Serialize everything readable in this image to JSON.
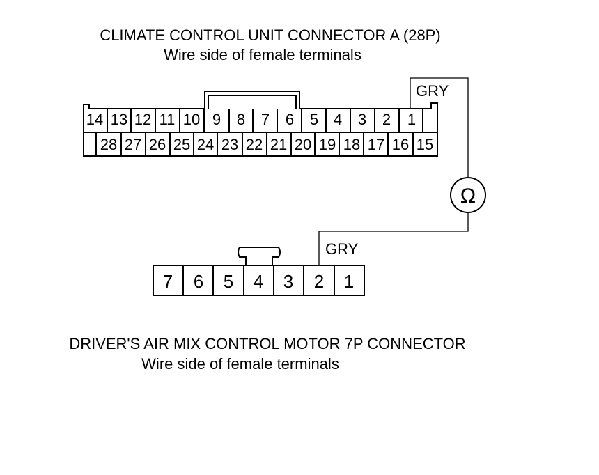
{
  "connector_a": {
    "title": "CLIMATE CONTROL UNIT CONNECTOR A (28P)",
    "subtitle": "Wire side of female terminals",
    "top_row": [
      "14",
      "13",
      "12",
      "11",
      "10",
      "9",
      "8",
      "7",
      "6",
      "5",
      "4",
      "3",
      "2",
      "1"
    ],
    "bottom_row": [
      "",
      "28",
      "27",
      "26",
      "25",
      "24",
      "23",
      "22",
      "21",
      "20",
      "19",
      "18",
      "17",
      "16",
      "15"
    ]
  },
  "connector_b": {
    "title": "DRIVER'S AIR MIX CONTROL MOTOR 7P CONNECTOR",
    "subtitle": "Wire side of female terminals",
    "pins": [
      "7",
      "6",
      "5",
      "4",
      "3",
      "2",
      "1"
    ]
  },
  "wire_a_label": "GRY",
  "wire_b_label": "GRY",
  "meter_symbol": "Ω",
  "colors": {
    "line": "#000000",
    "background": "#ffffff"
  }
}
